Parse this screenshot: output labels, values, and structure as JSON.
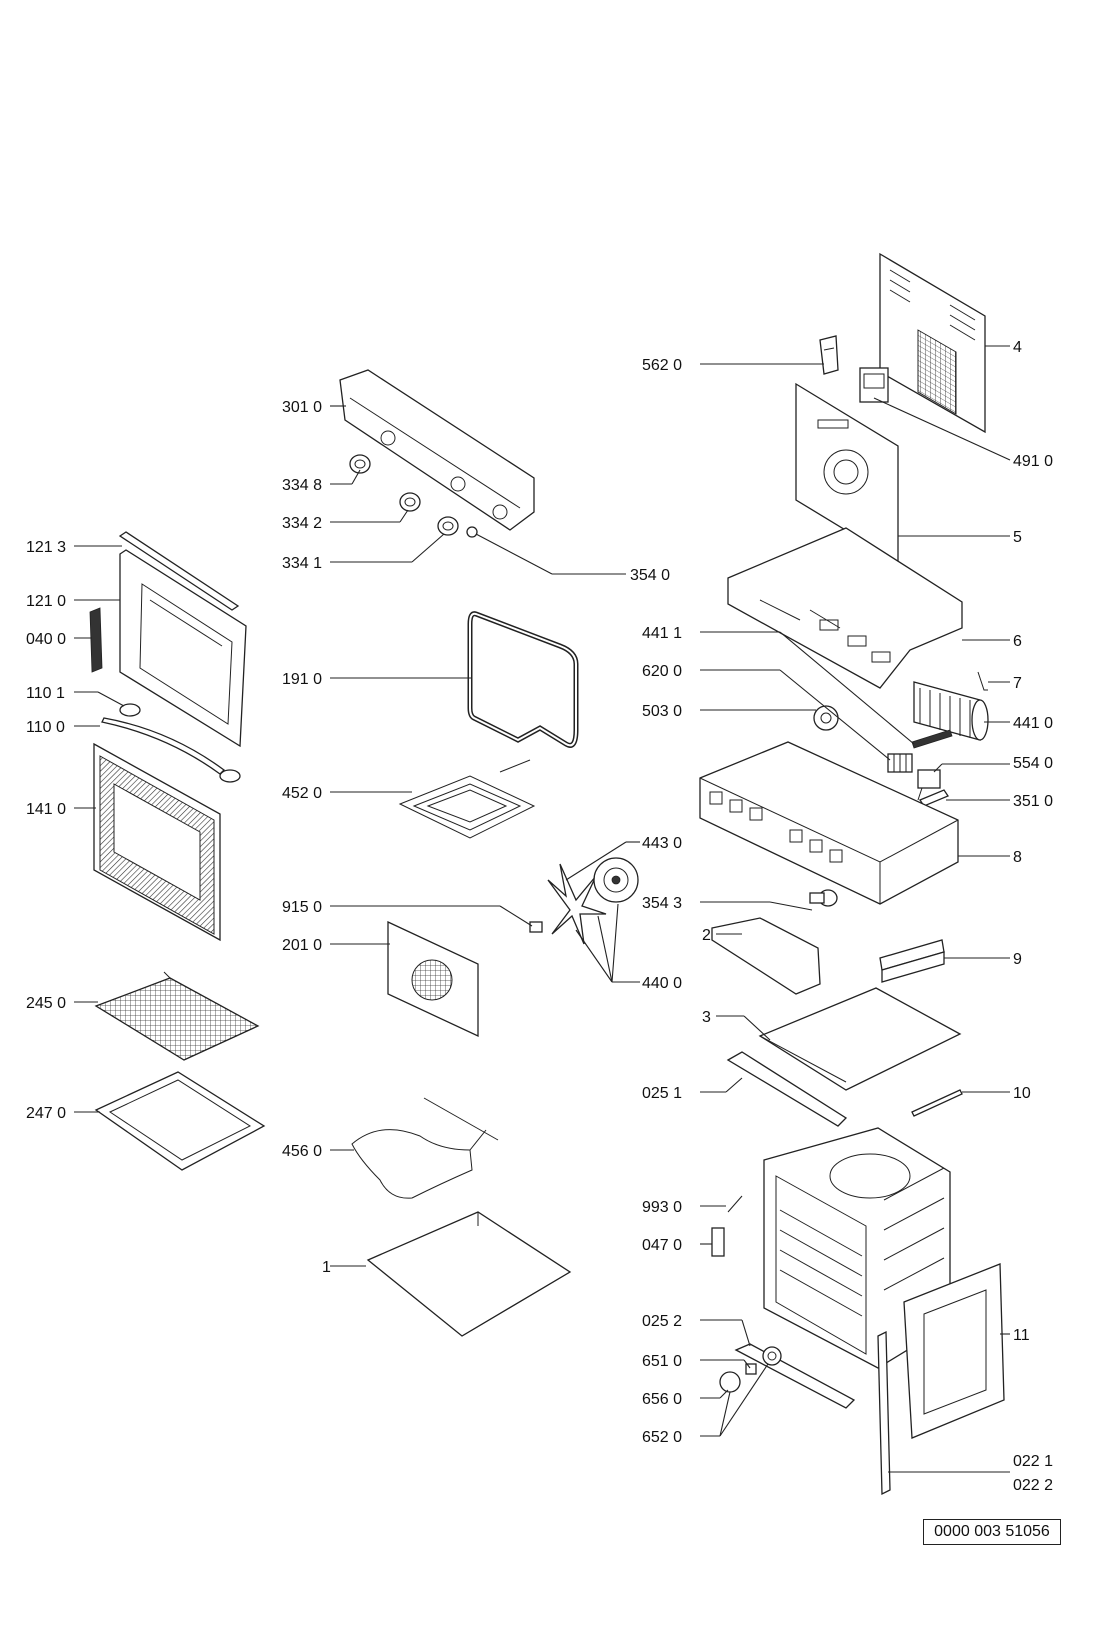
{
  "document_id": "0000 003 51056",
  "callouts": [
    {
      "id": "4",
      "label": "4"
    },
    {
      "id": "562-0",
      "label": "562 0"
    },
    {
      "id": "301-0",
      "label": "301 0"
    },
    {
      "id": "491-0",
      "label": "491 0"
    },
    {
      "id": "334-8",
      "label": "334 8"
    },
    {
      "id": "334-2",
      "label": "334 2"
    },
    {
      "id": "121-3",
      "label": "121 3"
    },
    {
      "id": "5",
      "label": "5"
    },
    {
      "id": "334-1",
      "label": "334 1"
    },
    {
      "id": "121-0",
      "label": "121 0"
    },
    {
      "id": "354-0",
      "label": "354 0"
    },
    {
      "id": "040-0",
      "label": "040 0"
    },
    {
      "id": "441-1",
      "label": "441 1"
    },
    {
      "id": "6",
      "label": "6"
    },
    {
      "id": "191-0",
      "label": "191 0"
    },
    {
      "id": "620-0",
      "label": "620 0"
    },
    {
      "id": "7",
      "label": "7"
    },
    {
      "id": "110-1",
      "label": "110 1"
    },
    {
      "id": "503-0",
      "label": "503 0"
    },
    {
      "id": "441-0",
      "label": "441 0"
    },
    {
      "id": "110-0",
      "label": "110 0"
    },
    {
      "id": "554-0",
      "label": "554 0"
    },
    {
      "id": "452-0",
      "label": "452 0"
    },
    {
      "id": "141-0",
      "label": "141 0"
    },
    {
      "id": "351-0",
      "label": "351 0"
    },
    {
      "id": "443-0",
      "label": "443 0"
    },
    {
      "id": "8",
      "label": "8"
    },
    {
      "id": "915-0",
      "label": "915 0"
    },
    {
      "id": "354-3",
      "label": "354 3"
    },
    {
      "id": "2",
      "label": "2"
    },
    {
      "id": "201-0",
      "label": "201 0"
    },
    {
      "id": "9",
      "label": "9"
    },
    {
      "id": "440-0",
      "label": "440 0"
    },
    {
      "id": "245-0",
      "label": "245 0"
    },
    {
      "id": "3",
      "label": "3"
    },
    {
      "id": "025-1",
      "label": "025 1"
    },
    {
      "id": "10",
      "label": "10"
    },
    {
      "id": "247-0",
      "label": "247 0"
    },
    {
      "id": "456-0",
      "label": "456 0"
    },
    {
      "id": "993-0",
      "label": "993 0"
    },
    {
      "id": "047-0",
      "label": "047 0"
    },
    {
      "id": "1",
      "label": "1"
    },
    {
      "id": "025-2",
      "label": "025 2"
    },
    {
      "id": "11",
      "label": "11"
    },
    {
      "id": "651-0",
      "label": "651 0"
    },
    {
      "id": "656-0",
      "label": "656 0"
    },
    {
      "id": "652-0",
      "label": "652 0"
    },
    {
      "id": "022-1",
      "label": "022 1"
    },
    {
      "id": "022-2",
      "label": "022 2"
    }
  ]
}
